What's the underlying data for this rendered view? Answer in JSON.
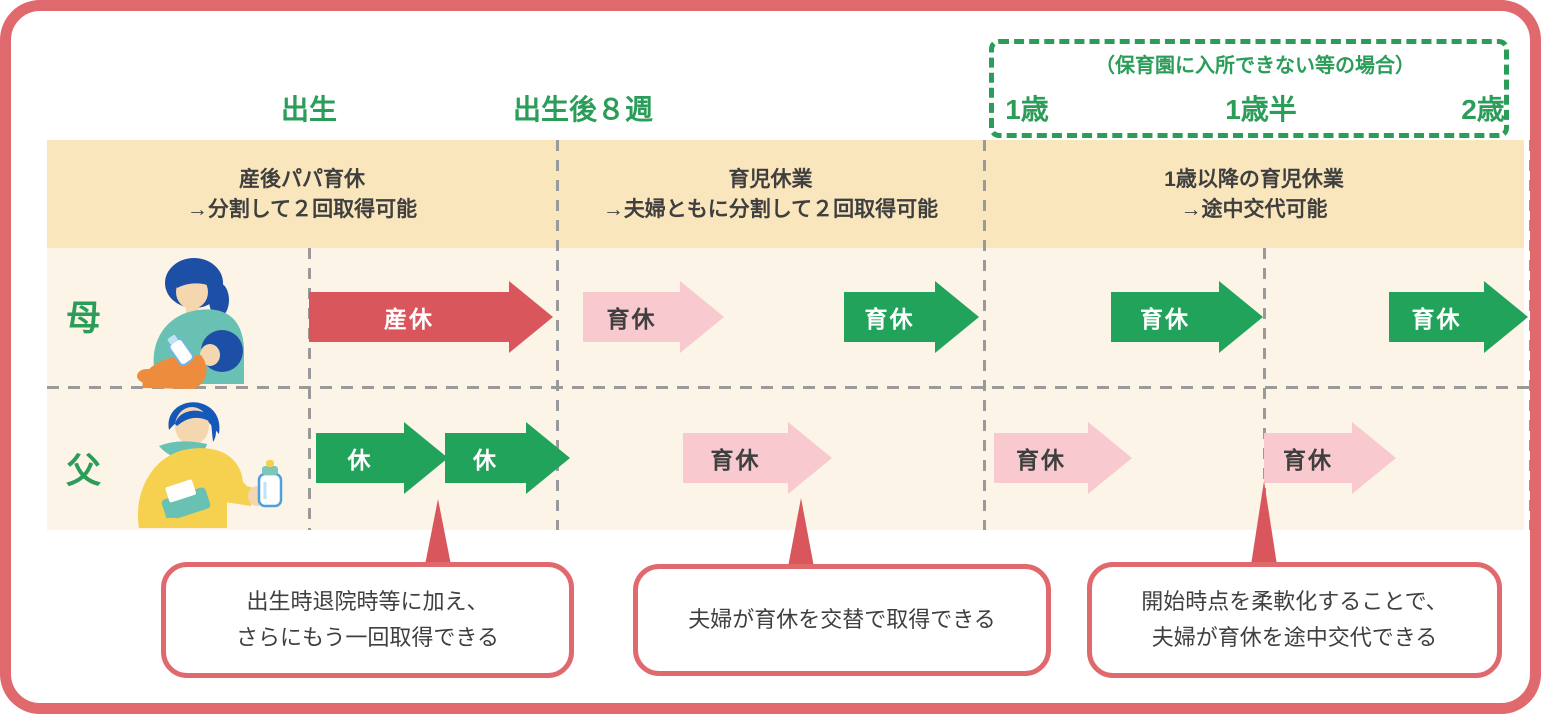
{
  "timeline": {
    "milestones": [
      "出生",
      "出生後８週",
      "1歳",
      "1歳半",
      "2歳"
    ],
    "conditional_note": "（保育園に入所できない等の場合）"
  },
  "phases": [
    {
      "title": "産後パパ育休",
      "subtitle": "→分割して２回取得可能"
    },
    {
      "title": "育児休業",
      "subtitle": "→夫婦ともに分割して２回取得可能"
    },
    {
      "title": "1歳以降の育児休業",
      "subtitle": "→途中交代可能"
    }
  ],
  "rows": [
    {
      "label": "母",
      "arrows": [
        {
          "label": "産休",
          "style": "red"
        },
        {
          "label": "育休",
          "style": "pink"
        },
        {
          "label": "育休",
          "style": "green"
        },
        {
          "label": "育休",
          "style": "green"
        },
        {
          "label": "育休",
          "style": "green"
        }
      ]
    },
    {
      "label": "父",
      "arrows": [
        {
          "label": "休",
          "style": "green"
        },
        {
          "label": "休",
          "style": "green"
        },
        {
          "label": "育休",
          "style": "pink"
        },
        {
          "label": "育休",
          "style": "pink"
        },
        {
          "label": "育休",
          "style": "pink"
        }
      ]
    }
  ],
  "callouts": [
    {
      "lines": [
        "出生時退院時等に加え、",
        "さらにもう一回取得できる"
      ]
    },
    {
      "lines": [
        "夫婦が育休を交替で取得できる"
      ]
    },
    {
      "lines": [
        "開始時点を柔軟化することで、",
        "夫婦が育休を途中交代できる"
      ]
    }
  ],
  "colors": {
    "green_accent": "#2b9d58",
    "arrow_green": "#22a35c",
    "arrow_red": "#d9575c",
    "arrow_pink": "#f8c9cf",
    "band_cream": "#fae6bc",
    "row_cream": "#fcf5e7",
    "border_pink": "#e0696e",
    "text_dark": "#3f3f3f",
    "dash_gray": "#9a9a9a"
  }
}
